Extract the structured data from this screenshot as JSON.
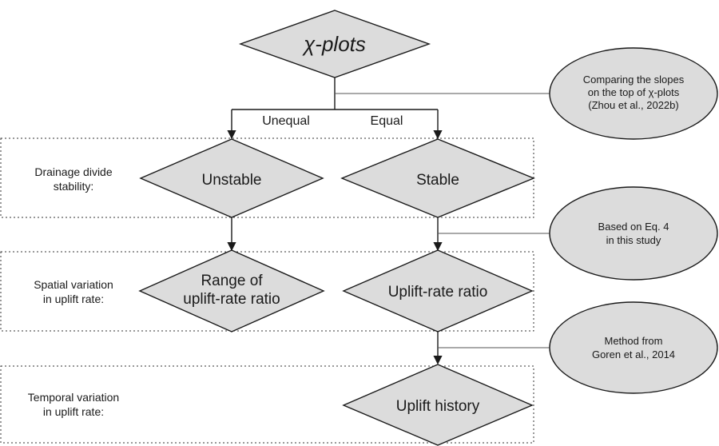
{
  "nodes": {
    "chi": "χ-plots",
    "unstable": "Unstable",
    "stable": "Stable",
    "range_line1": "Range of",
    "range_line2": "uplift-rate ratio",
    "ratio": "Uplift-rate ratio",
    "history": "Uplift history"
  },
  "edges": {
    "unequal": "Unequal",
    "equal": "Equal"
  },
  "sections": {
    "drainage_line1": "Drainage divide",
    "drainage_line2": "stability:",
    "spatial_line1": "Spatial variation",
    "spatial_line2": "in uplift rate:",
    "temporal_line1": "Temporal variation",
    "temporal_line2": "in uplift rate:"
  },
  "notes": {
    "slopes_line1": "Comparing the slopes",
    "slopes_line2": "on the top of χ-plots",
    "slopes_line3": "(Zhou et al., 2022b)",
    "eq_line1": "Based on Eq. 4",
    "eq_line2": "in this study",
    "method_line1": "Method from",
    "method_line2": "Goren et al., 2014"
  },
  "colors": {
    "shape_fill": "#dcdcdc",
    "stroke": "#1a1a1a"
  }
}
